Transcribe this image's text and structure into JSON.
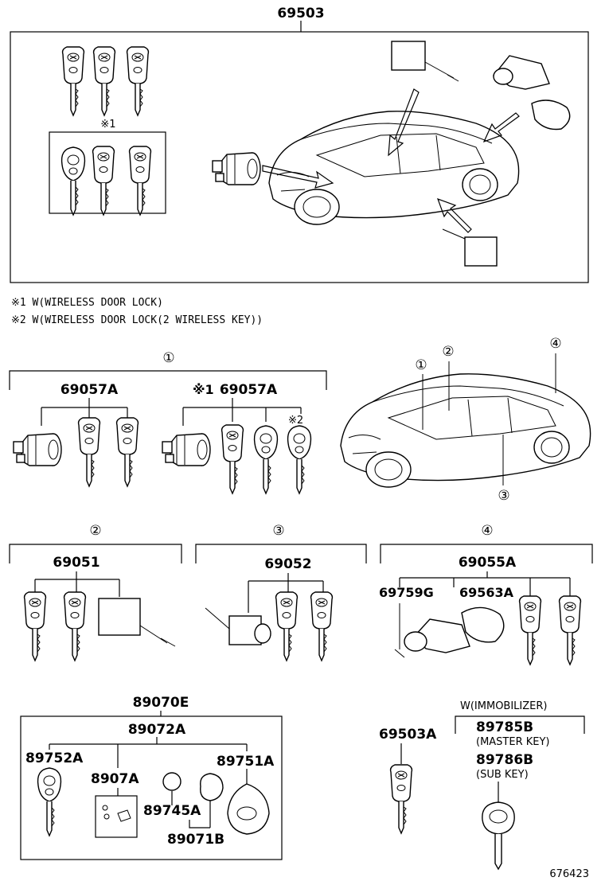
{
  "top_group": {
    "part_no": "69503",
    "note_mark_1": "※1",
    "note_1": "※1 W(WIRELESS DOOR LOCK)",
    "note_2": "※2 W(WIRELESS DOOR LOCK(2 WIRELESS KEY))"
  },
  "callouts": {
    "c1": "①",
    "c2": "②",
    "c3": "③",
    "c4": "④"
  },
  "group_1": {
    "left_part_no": "69057A",
    "right_mark": "※1",
    "right_part_no": "69057A",
    "sub_mark": "※2"
  },
  "group_2": {
    "part_no": "69051"
  },
  "group_3": {
    "part_no": "69052"
  },
  "group_4": {
    "part_no": "69055A",
    "sub_a": "69759G",
    "sub_b": "69563A"
  },
  "bottom_left": {
    "part_no": "89070E",
    "sub_part_no": "89072A",
    "p1": "89752A",
    "p2": "8907A",
    "p3": "89751A",
    "p4": "89745A",
    "p5": "89071B"
  },
  "bottom_right": {
    "part_no": "69503A",
    "condition": "W(IMMOBILIZER)",
    "master_part": "89785B",
    "master_label": "(MASTER KEY)",
    "sub_part": "89786B",
    "sub_label": "(SUB KEY)"
  },
  "figure_id": "676423"
}
